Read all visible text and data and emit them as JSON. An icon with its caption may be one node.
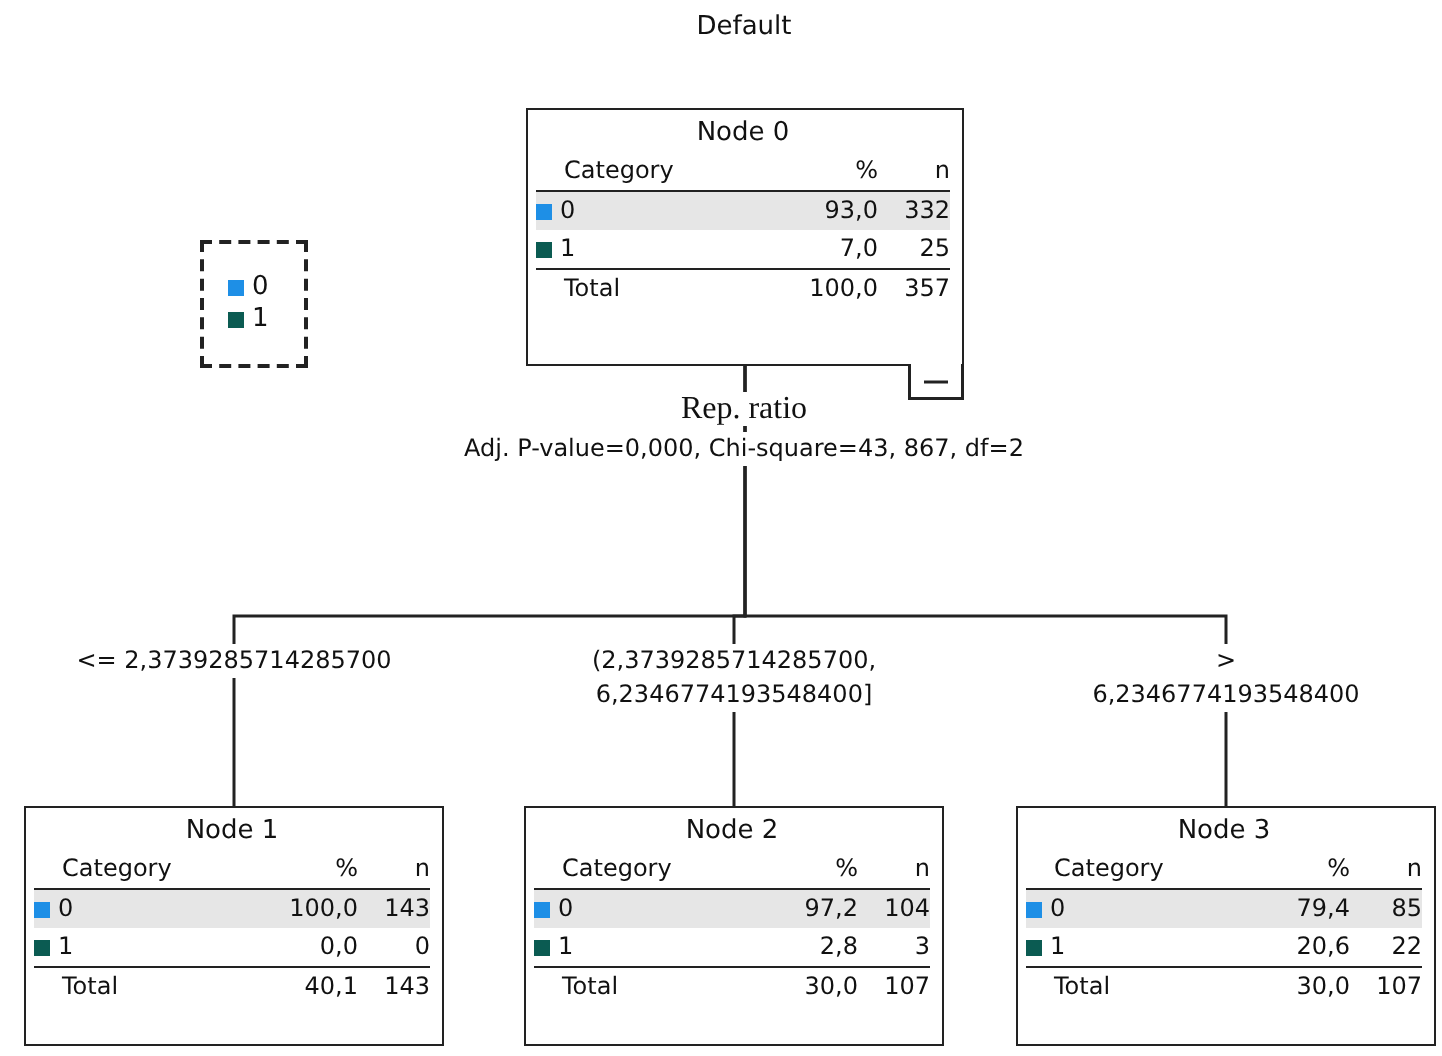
{
  "diagram": {
    "title": "Default",
    "nodes": [
      {
        "text": [
          "Node 0",
          "Category",
          "%",
          "n",
          "0",
          "93,0",
          "332",
          "1",
          "7,0",
          "25",
          "Total",
          "100,0",
          "357"
        ]
      },
      {
        "text": [
          "Node 1",
          "Category",
          "%",
          "n",
          "0",
          "100,0",
          "143",
          "1",
          "0,0",
          "0",
          "Total",
          "40,1",
          "143"
        ]
      },
      {
        "text": [
          "Node 2",
          "Category",
          "%",
          "n",
          "0",
          "97,2",
          "104",
          "1",
          "2,8",
          "3",
          "Total",
          "30,0",
          "107"
        ]
      },
      {
        "text": [
          "Node 3",
          "Category",
          "%",
          "n",
          "0",
          "79,4",
          "85",
          "1",
          "20,6",
          "22",
          "Total",
          "30,0",
          "107"
        ]
      }
    ],
    "edges": [
      {
        "from": 0,
        "to": 1,
        "arrow": "none",
        "label": "<= 2,3739285714285700"
      },
      {
        "from": 0,
        "to": 2,
        "arrow": "none",
        "label": "(2,3739285714285700, 6,2346774193548400]"
      },
      {
        "from": 0,
        "to": 3,
        "arrow": "none",
        "label": "> 6,2346774193548400"
      }
    ],
    "labels": [
      "Rep. ratio",
      "Adj. P-value=0,000, Chi-square=43, 867, df=2"
    ],
    "legend": [
      {
        "text": "0",
        "color": "#1e8fe6"
      },
      {
        "text": "1",
        "color": "#0b5b52"
      }
    ]
  }
}
